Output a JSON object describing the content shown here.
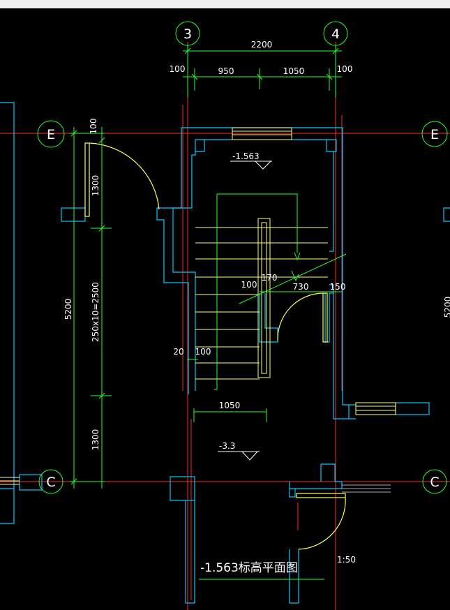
{
  "colors": {
    "background": "#000000",
    "wall": "#00c8ff",
    "axis": "#ff2a2a",
    "dimension": "#2aff2a",
    "stair": "#ffff78",
    "door": "#ffff50",
    "text": "#ffffff",
    "bubble": "#2aff2a",
    "top_bar": "#f0f0f0"
  },
  "axes": {
    "vertical_3": "3",
    "vertical_4": "4",
    "horizontal_E_left": "E",
    "horizontal_E_right": "E",
    "horizontal_C_left": "C",
    "horizontal_C_right": "C"
  },
  "dimensions": {
    "overall_width": "2200",
    "left_offset": "100",
    "seg_950": "950",
    "seg_1050_top": "1050",
    "right_offset": "100",
    "left_total": "5200",
    "left_top_100": "100",
    "left_1300_top": "1300",
    "left_flight": "250x10=2500",
    "left_1300_bottom": "1300",
    "stair_100": "100",
    "stair_170": "170",
    "stair_730": "730",
    "stair_150": "150",
    "stair_20": "20",
    "stair_100_b": "100",
    "stair_1050": "1050",
    "partial_right": "5200"
  },
  "elevations": {
    "upper": "-1.563",
    "lower": "-3.3"
  },
  "title": "-1.563标高平面图",
  "scale": "1:50"
}
